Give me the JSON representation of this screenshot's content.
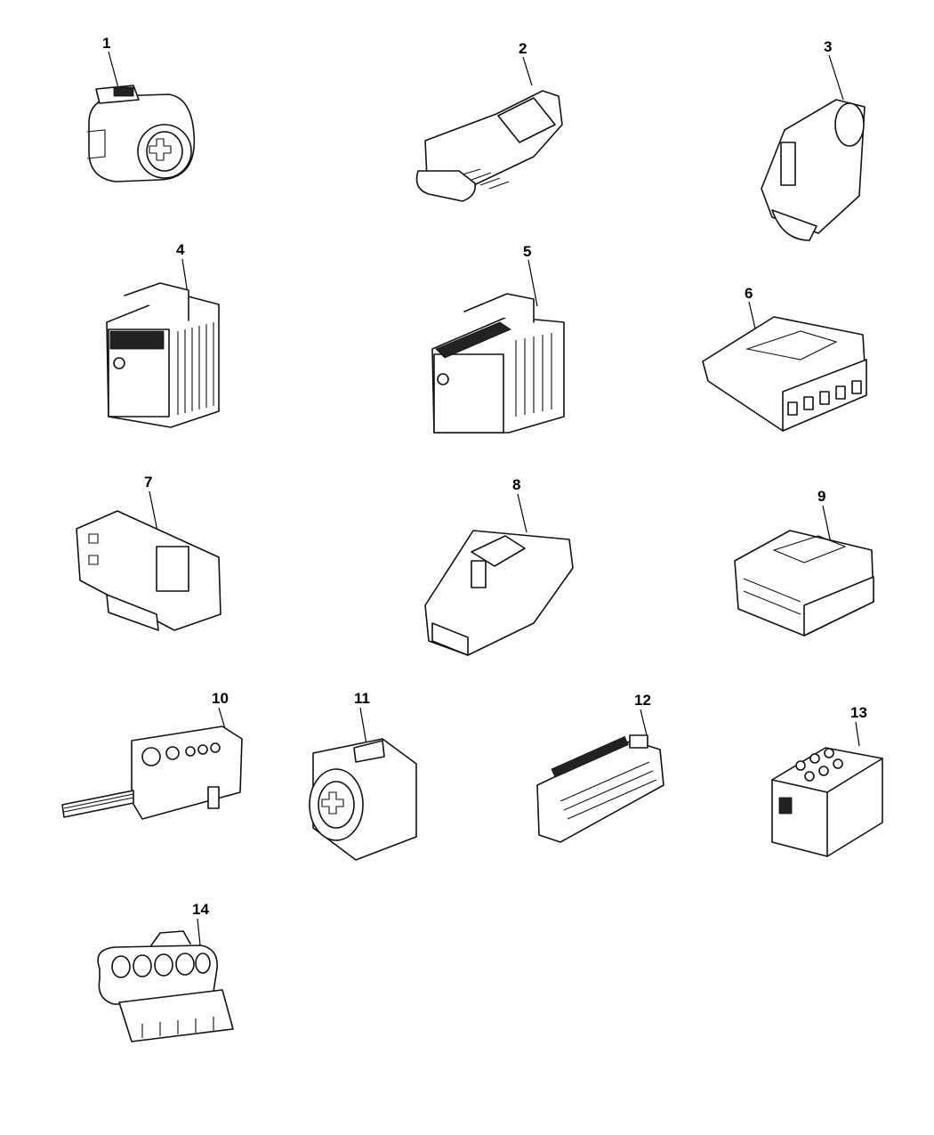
{
  "figure": {
    "parts": [
      {
        "callout": "1"
      },
      {
        "callout": "2"
      },
      {
        "callout": "3"
      },
      {
        "callout": "4"
      },
      {
        "callout": "5"
      },
      {
        "callout": "6"
      },
      {
        "callout": "7"
      },
      {
        "callout": "8"
      },
      {
        "callout": "9"
      },
      {
        "callout": "10"
      },
      {
        "callout": "11"
      },
      {
        "callout": "12"
      },
      {
        "callout": "13"
      },
      {
        "callout": "14"
      }
    ]
  }
}
